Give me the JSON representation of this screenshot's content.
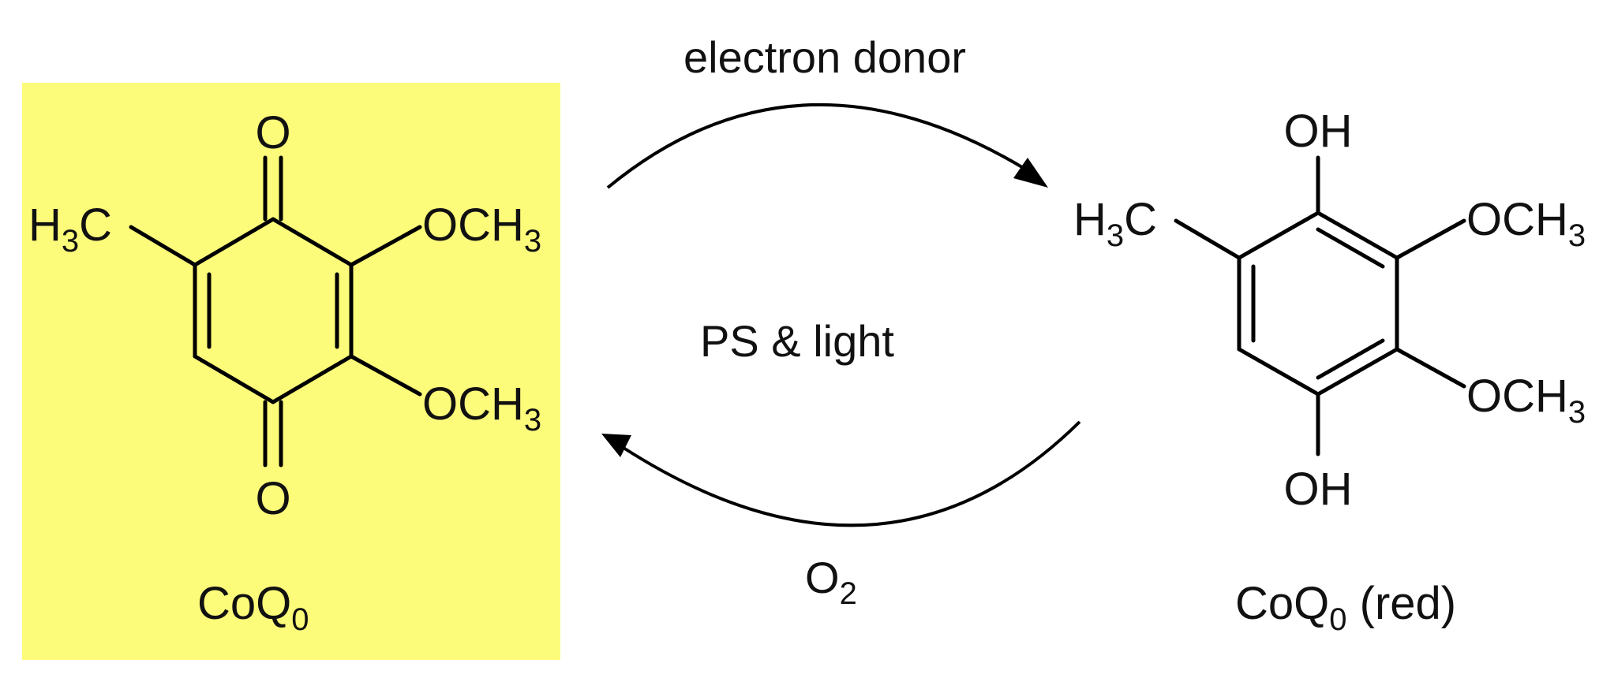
{
  "colors": {
    "highlight": "#fdfb7a",
    "ink": "#000000"
  },
  "arrows": {
    "forward_label": "electron donor",
    "center_label": "PS & light",
    "reverse_label_base": "O",
    "reverse_label_sub": "2"
  },
  "oxidized": {
    "name_base": "CoQ",
    "name_sub": "0",
    "top_atom": "O",
    "bottom_atom": "O",
    "methyl_base": "H",
    "methyl_sub": "3",
    "methyl_tail": "C",
    "methoxy_base": "OCH",
    "methoxy_sub": "3"
  },
  "reduced": {
    "name_base": "CoQ",
    "name_sub": "0",
    "name_suffix": " (red)",
    "top_group": "OH",
    "bottom_group": "OH",
    "methyl_base": "H",
    "methyl_sub": "3",
    "methyl_tail": "C",
    "methoxy_base": "OCH",
    "methoxy_sub": "3"
  }
}
